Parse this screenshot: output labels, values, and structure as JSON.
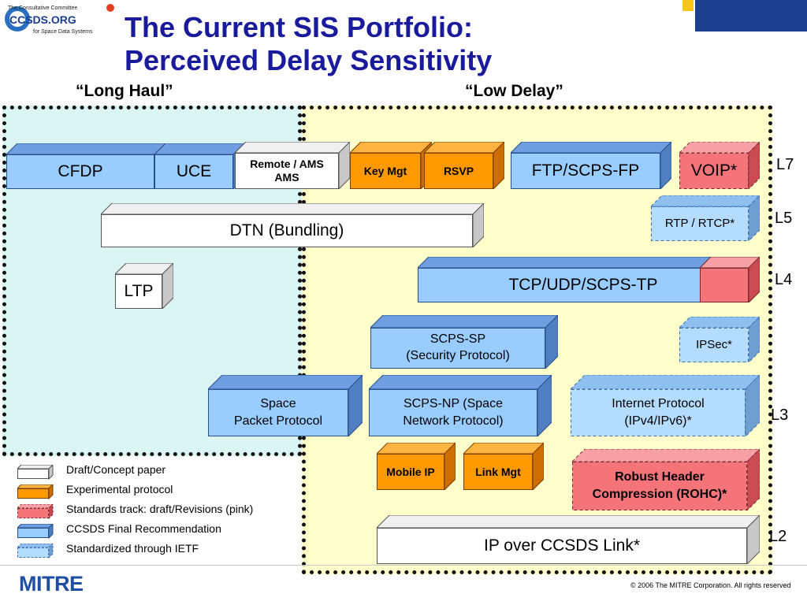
{
  "logo": {
    "line1": "The Consultative Committee",
    "line2": "CCSDS.ORG",
    "line3": "for Space Data Systems"
  },
  "title": {
    "line1": "The Current SIS Portfolio:",
    "line2": "Perceived Delay Sensitivity"
  },
  "headings": {
    "long_haul": "“Long Haul”",
    "low_delay": "“Low Delay”"
  },
  "layers": {
    "l7": "L7",
    "l5": "L5",
    "l4": "L4",
    "l3": "L3",
    "l2": "L2"
  },
  "boxes": {
    "cfdp": "CFDP",
    "uce": "UCE",
    "remote_ams": "Remote / AMS\nAMS",
    "key_mgt": "Key Mgt",
    "rsvp": "RSVP",
    "ftp": "FTP/SCPS-FP",
    "voip": "VOIP*",
    "rtp": "RTP / RTCP*",
    "dtn": "DTN (Bundling)",
    "ltp": "LTP",
    "tcp": "TCP/UDP/SCPS-TP",
    "scps_sp": "SCPS-SP\n(Security Protocol)",
    "ipsec": "IPSec*",
    "space_packet": "Space\nPacket Protocol",
    "scps_np": "SCPS-NP (Space\nNetwork Protocol)",
    "internet_protocol": "Internet Protocol\n(IPv4/IPv6)*",
    "mobile_ip": "Mobile IP",
    "link_mgt": "Link Mgt",
    "rohc": "Robust Header\nCompression (ROHC)*",
    "ip_over_ccsds": "IP over CCSDS Link*"
  },
  "legend": [
    {
      "label": "Draft/Concept paper",
      "style": "draft"
    },
    {
      "label": "Experimental protocol",
      "style": "experimental"
    },
    {
      "label": "Standards track: draft/Revisions (pink)",
      "style": "pink"
    },
    {
      "label": "CCSDS Final Recommendation",
      "style": "ccsds"
    },
    {
      "label": "Standardized through IETF",
      "style": "ietf"
    }
  ],
  "colors": {
    "title": "#1a1a9c",
    "ccsds_blue": "#99ccff",
    "ietf_blue": "#b3dcff",
    "experimental_orange": "#ff9900",
    "standards_pink": "#f5747a",
    "draft_white": "#ffffff",
    "long_haul_region": "#dbf5f3",
    "low_delay_region": "#ffffcc"
  },
  "footer": {
    "organization": "MITRE",
    "copyright": "© 2006 The MITRE Corporation. All rights reserved"
  }
}
